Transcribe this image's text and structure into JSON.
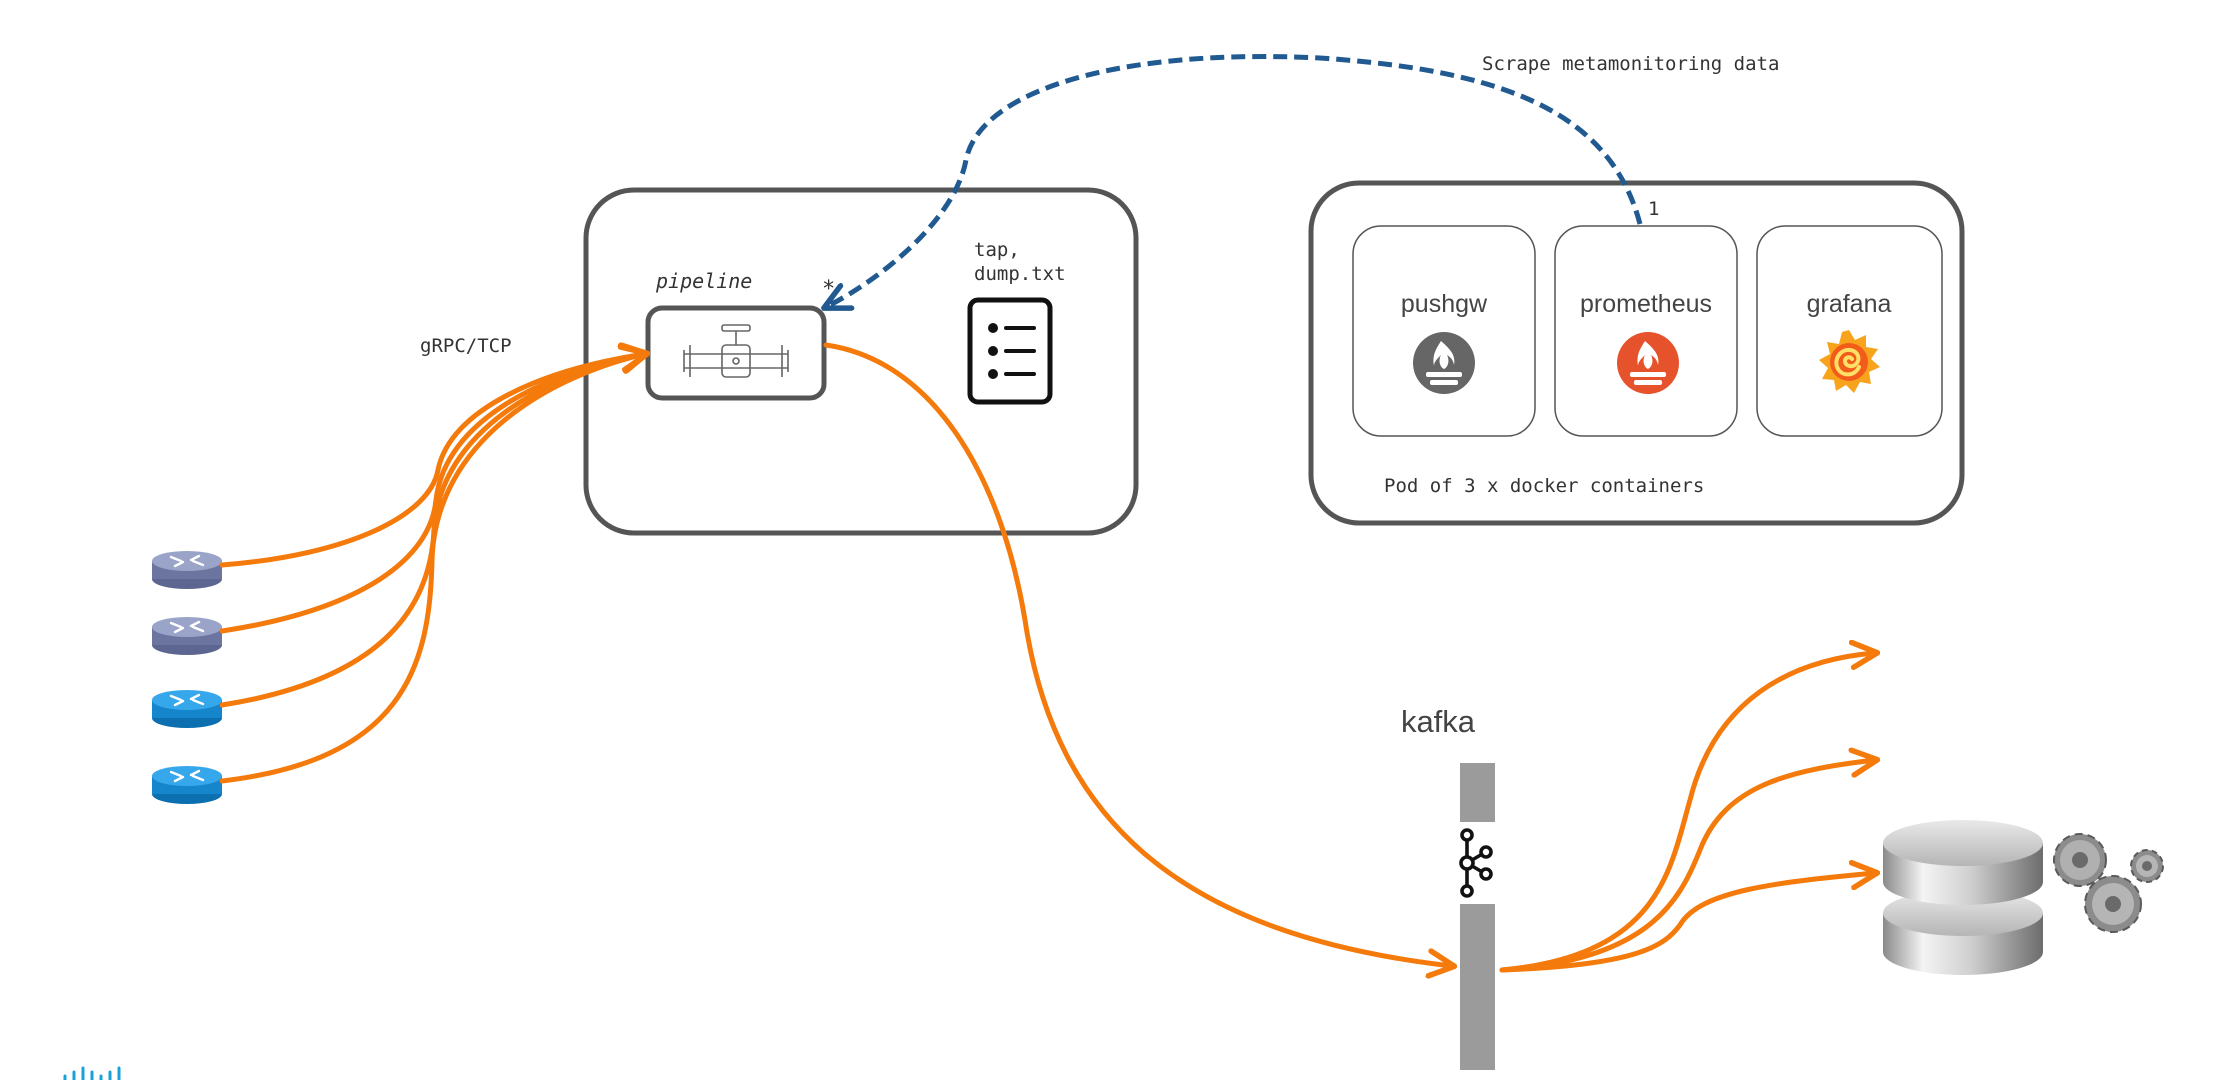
{
  "diagram": {
    "scrape_label": "Scrape metamonitoring data",
    "protocol_label": "gRPC/TCP",
    "pipeline": {
      "label": "pipeline",
      "multiplicity": "*",
      "tap_label_line1": "tap,",
      "tap_label_line2": "dump.txt"
    },
    "pod": {
      "caption": "Pod of 3 x docker containers",
      "multiplicity": "1",
      "containers": [
        {
          "name": "pushgw",
          "icon": "prometheus-icon",
          "color": "#666666"
        },
        {
          "name": "prometheus",
          "icon": "prometheus-icon",
          "color": "#e6522c"
        },
        {
          "name": "grafana",
          "icon": "grafana-icon",
          "color": "#f7a41c"
        }
      ]
    },
    "kafka_label": "kafka",
    "routers": [
      {
        "icon": "router-icon",
        "color": "#7c86b0"
      },
      {
        "icon": "router-icon",
        "color": "#7c86b0"
      },
      {
        "icon": "router-icon",
        "color": "#1f8fd6"
      },
      {
        "icon": "router-icon",
        "color": "#1f8fd6"
      }
    ],
    "colors": {
      "flow": "#f47a0b",
      "scrape": "#215a91",
      "box_border": "#555555"
    }
  }
}
